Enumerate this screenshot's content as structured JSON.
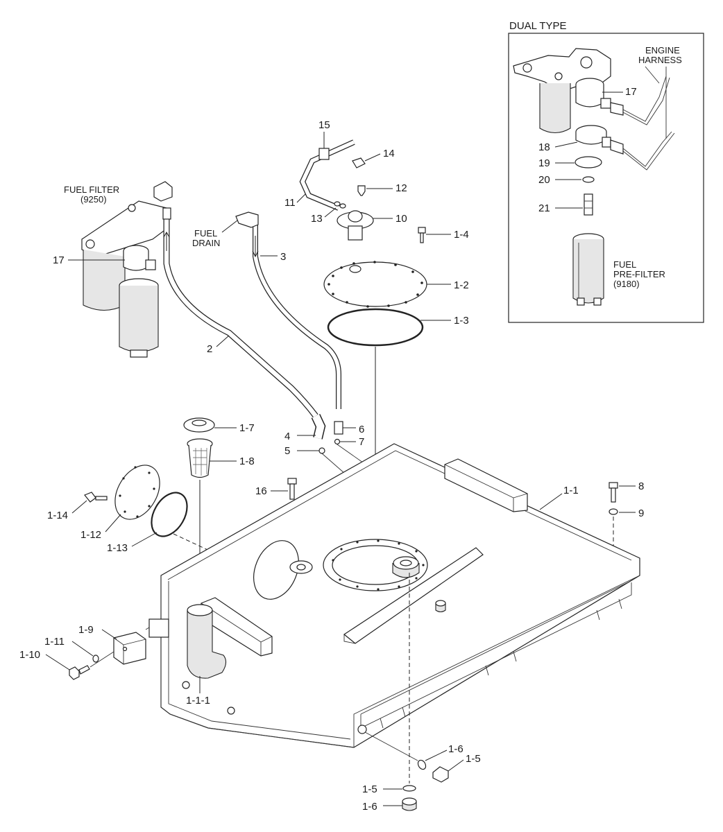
{
  "inset": {
    "title": "DUAL TYPE",
    "engine_harness": [
      "ENGINE",
      "HARNESS"
    ],
    "fuel_prefilter": [
      "FUEL",
      "PRE-FILTER",
      "(9180)"
    ],
    "callouts": [
      "17",
      "18",
      "19",
      "20",
      "21"
    ]
  },
  "fuel_filter": [
    "FUEL FILTER",
    "(9250)"
  ],
  "fuel_drain": [
    "FUEL",
    "DRAIN"
  ],
  "callouts": {
    "c17": "17",
    "c15": "15",
    "c14": "14",
    "c12": "12",
    "c11": "11",
    "c13": "13",
    "c10": "10",
    "c1_4": "1-4",
    "c3": "3",
    "c1_2": "1-2",
    "c1_3": "1-3",
    "c2": "2",
    "c1_7": "1-7",
    "c6": "6",
    "c4": "4",
    "c7": "7",
    "c5": "5",
    "c1_8": "1-8",
    "c16": "16",
    "c8": "8",
    "c1_1": "1-1",
    "c9": "9",
    "c1_14": "1-14",
    "c1_12": "1-12",
    "c1_13": "1-13",
    "c1_9": "1-9",
    "c1_11": "1-11",
    "c1_10": "1-10",
    "c1_1_1": "1-1-1",
    "c1_6a": "1-6",
    "c1_5a": "1-5",
    "c1_5b": "1-5",
    "c1_6b": "1-6"
  }
}
